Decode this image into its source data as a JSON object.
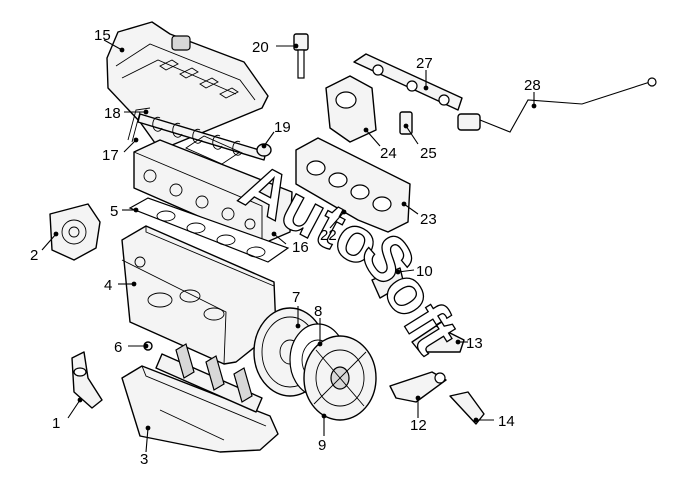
{
  "labels": {
    "p1": "1",
    "p2": "2",
    "p3": "3",
    "p4": "4",
    "p5": "5",
    "p6": "6",
    "p7": "7",
    "p8": "8",
    "p9": "9",
    "p10": "10",
    "p12": "12",
    "p13": "13",
    "p14": "14",
    "p15": "15",
    "p16": "16",
    "p17": "17",
    "p18": "18",
    "p19": "19",
    "p20": "20",
    "p22": "22",
    "p23": "23",
    "p24": "24",
    "p25": "25",
    "p27": "27",
    "p28": "28"
  },
  "watermark": {
    "text_a": "Auto",
    "text_b": "Soft"
  }
}
